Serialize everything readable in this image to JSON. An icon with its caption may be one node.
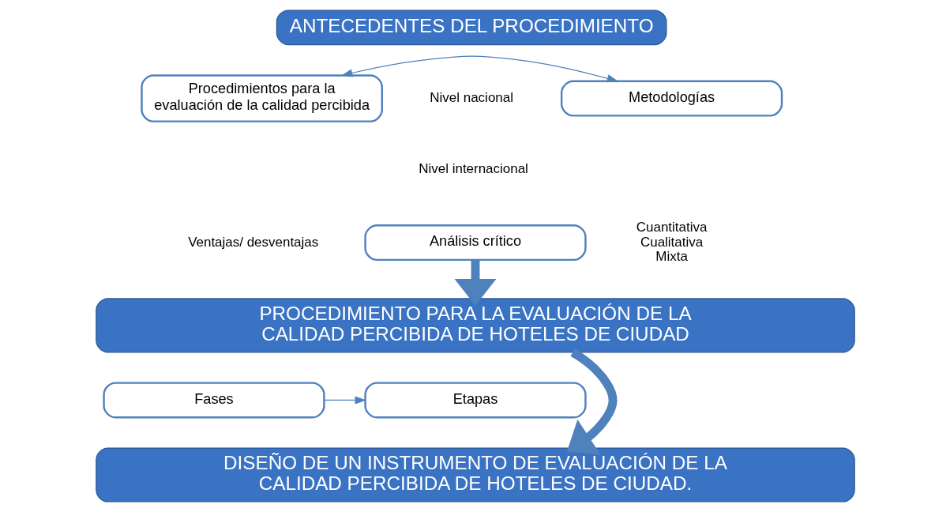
{
  "diagram": {
    "nodes": [
      {
        "text": [
          "ANTECEDENTES DEL PROCEDIMIENTO"
        ]
      },
      {
        "text": [
          "Procedimientos para la evaluación de la calidad percibida"
        ]
      },
      {
        "text": [
          "Metodologías"
        ]
      },
      {
        "text": [
          "Análisis crítico"
        ]
      },
      {
        "text": [
          "PROCEDIMIENTO PARA LA EVALUACIÓN DE LA CALIDAD PERCIBIDA DE HOTELES DE CIUDAD"
        ]
      },
      {
        "text": [
          "Fases"
        ]
      },
      {
        "text": [
          "Etapas"
        ]
      },
      {
        "text": [
          "DISEÑO DE UN INSTRUMENTO DE EVALUACIÓN DE LA CALIDAD PERCIBIDA DE HOTELES DE CIUDAD."
        ]
      }
    ],
    "edges": [
      {
        "from": 1,
        "to": 2,
        "arrow": "both"
      },
      {
        "from": 3,
        "to": 4,
        "arrow": "to",
        "style": "thick"
      },
      {
        "from": 5,
        "to": 6,
        "arrow": "to"
      },
      {
        "from": 4,
        "to": 7,
        "arrow": "to",
        "style": "thick"
      }
    ],
    "labels": [
      "Nivel nacional",
      "Nivel internacional",
      "Ventajas/ desventajas",
      "Cuantitativa Cualitativa Mixta"
    ]
  }
}
